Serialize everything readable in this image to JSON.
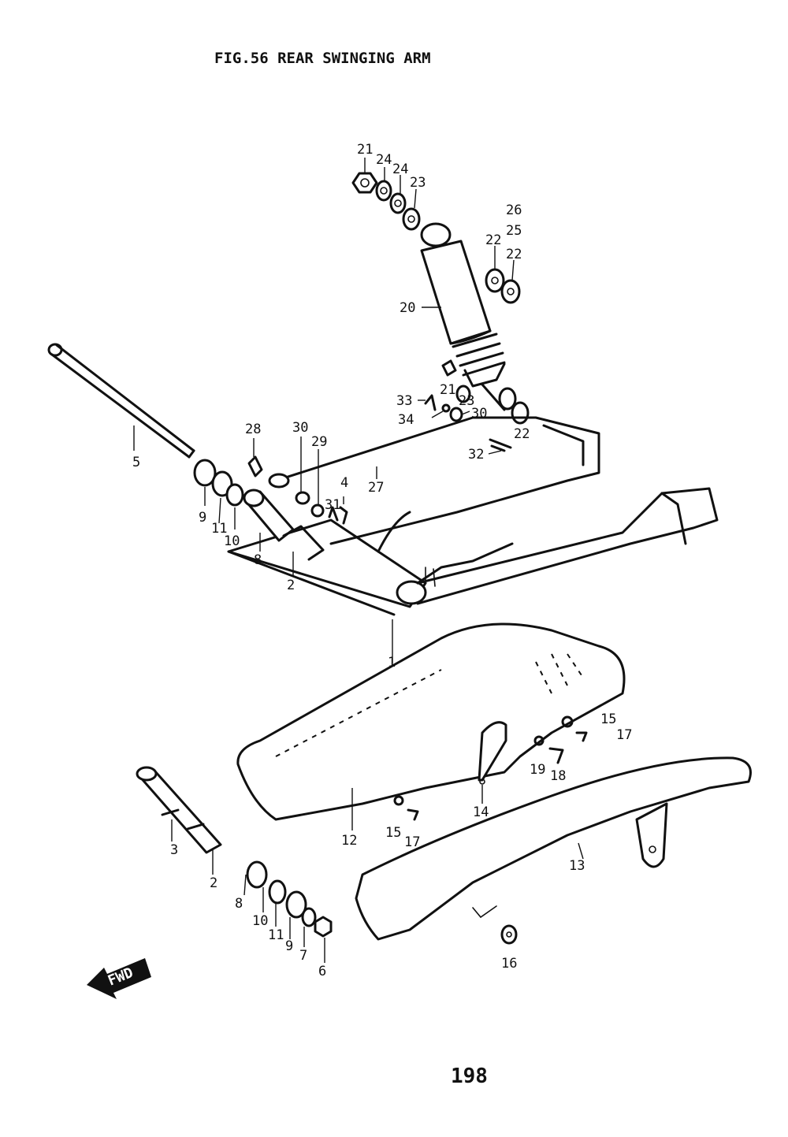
{
  "title": "FIG.56  REAR SWINGING ARM",
  "page_number": "198",
  "direction_label": "FWD",
  "callouts": [
    {
      "label": "21"
    },
    {
      "label": "24"
    },
    {
      "label": "24"
    },
    {
      "label": "23"
    },
    {
      "label": "26"
    },
    {
      "label": "25"
    },
    {
      "label": "22"
    },
    {
      "label": "22"
    },
    {
      "label": "20"
    },
    {
      "label": "21"
    },
    {
      "label": "23"
    },
    {
      "label": "33"
    },
    {
      "label": "34"
    },
    {
      "label": "30"
    },
    {
      "label": "22"
    },
    {
      "label": "32"
    },
    {
      "label": "28"
    },
    {
      "label": "30"
    },
    {
      "label": "29"
    },
    {
      "label": "27"
    },
    {
      "label": "5"
    },
    {
      "label": "4"
    },
    {
      "label": "31"
    },
    {
      "label": "9"
    },
    {
      "label": "11"
    },
    {
      "label": "10"
    },
    {
      "label": "8"
    },
    {
      "label": "2"
    },
    {
      "label": "1"
    },
    {
      "label": "15"
    },
    {
      "label": "17"
    },
    {
      "label": "19"
    },
    {
      "label": "18"
    },
    {
      "label": "14"
    },
    {
      "label": "12"
    },
    {
      "label": "15"
    },
    {
      "label": "17"
    },
    {
      "label": "13"
    },
    {
      "label": "3"
    },
    {
      "label": "2"
    },
    {
      "label": "8"
    },
    {
      "label": "10"
    },
    {
      "label": "11"
    },
    {
      "label": "9"
    },
    {
      "label": "7"
    },
    {
      "label": "6"
    },
    {
      "label": "16"
    }
  ]
}
